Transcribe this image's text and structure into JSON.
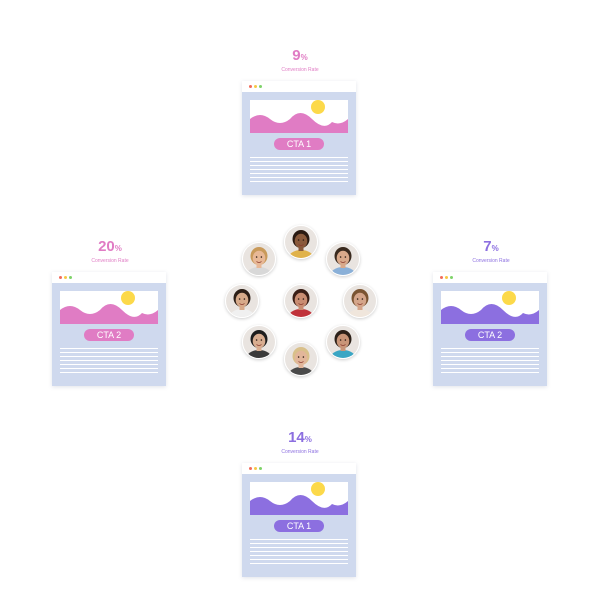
{
  "variants": [
    {
      "id": "top",
      "value": "9",
      "unit": "%",
      "caption": "Conversion Rate",
      "cta_label": "CTA 1",
      "accent": "#e07cc4"
    },
    {
      "id": "left",
      "value": "20",
      "unit": "%",
      "caption": "Conversion Rate",
      "cta_label": "CTA 2",
      "accent": "#e07cc4"
    },
    {
      "id": "right",
      "value": "7",
      "unit": "%",
      "caption": "Conversion Rate",
      "cta_label": "CTA 2",
      "accent": "#8c6fe0"
    },
    {
      "id": "bottom",
      "value": "14",
      "unit": "%",
      "caption": "Conversion Rate",
      "cta_label": "CTA 1",
      "accent": "#8c6fe0"
    }
  ],
  "colors": {
    "pink": "#e07cc4",
    "purple": "#8c6fe0",
    "window_body": "#cfd9ee",
    "sun": "#fcd94a"
  },
  "avatars": [
    {
      "name": "avatar-woman-blonde",
      "skin": "#e8b896",
      "hair": "#c99a5a",
      "shirt": "#d8d8d8"
    },
    {
      "name": "avatar-man-smiling",
      "skin": "#8a5a3c",
      "hair": "#2a1a12",
      "shirt": "#e0b24a"
    },
    {
      "name": "avatar-man-sunglasses",
      "skin": "#d9a98a",
      "hair": "#3a2a1e",
      "shirt": "#8ab0d8"
    },
    {
      "name": "avatar-man-glasses",
      "skin": "#d7aa8a",
      "hair": "#2c1e16",
      "shirt": "#f0f0f0"
    },
    {
      "name": "avatar-woman-center",
      "skin": "#c98d72",
      "hair": "#3a1e16",
      "shirt": "#c0323a"
    },
    {
      "name": "avatar-woman-curly",
      "skin": "#d4a58a",
      "hair": "#7a5432",
      "shirt": "#f0e6dc"
    },
    {
      "name": "avatar-man-young",
      "skin": "#d8ad90",
      "hair": "#1e1e1e",
      "shirt": "#3a3a3a"
    },
    {
      "name": "avatar-man-beard",
      "skin": "#c99578",
      "hair": "#2c2018",
      "shirt": "#3aa6c4"
    },
    {
      "name": "avatar-woman-laughing",
      "skin": "#e2b69a",
      "hair": "#d9c08a",
      "shirt": "#4a4a4a"
    }
  ]
}
